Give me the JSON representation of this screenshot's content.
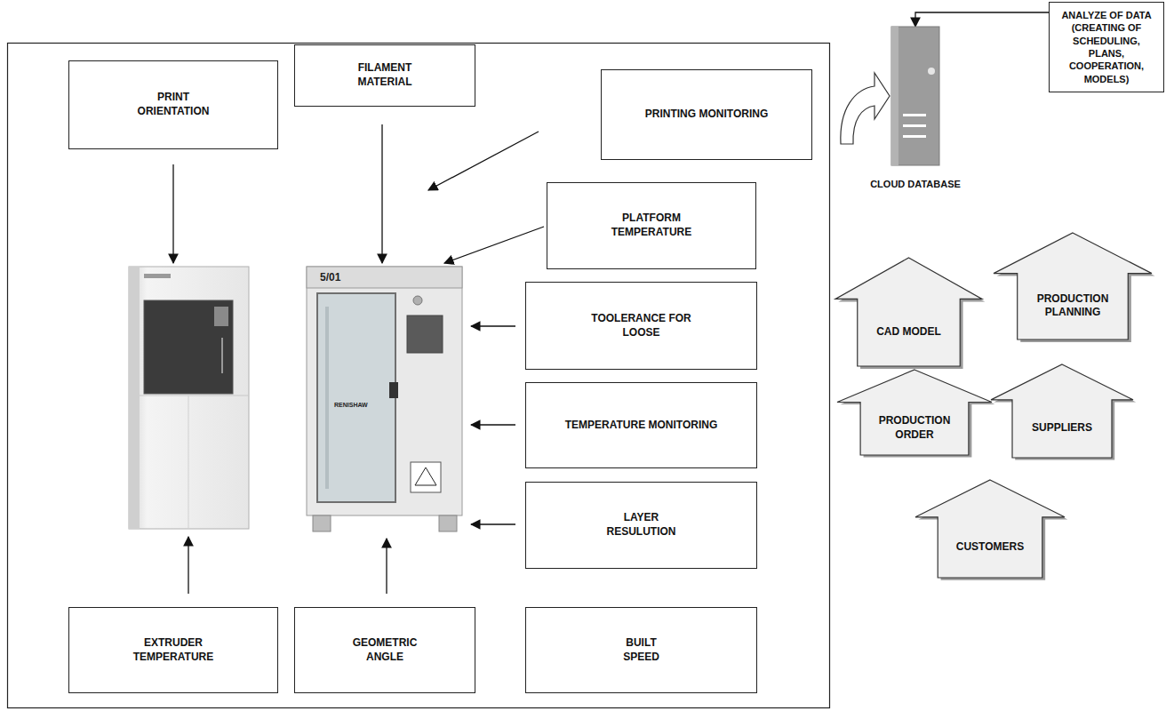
{
  "diagram": {
    "nodes": [
      {
        "text": [
          "PRINT ORIENTATION"
        ]
      },
      {
        "text": [
          "FILAMENT MATERIAL"
        ]
      },
      {
        "text": [
          "PRINTING MONITORING"
        ]
      },
      {
        "text": [
          "PLATFORM TEMPERATURE"
        ]
      },
      {
        "text": [
          "TOOLERANCE FOR LOOSE"
        ]
      },
      {
        "text": [
          "TEMPERATURE MONITORING"
        ]
      },
      {
        "text": [
          "LAYER RESULUTION"
        ]
      },
      {
        "text": [
          "EXTRUDER TEMPERATURE"
        ]
      },
      {
        "text": [
          "GEOMETRIC ANGLE"
        ]
      },
      {
        "text": [
          "BUILT SPEED"
        ]
      },
      {
        "text": [
          "ANALYZE OF DATA (CREATING OF SCHEDULING, PLANS, COOPERATION, MODELS)"
        ]
      },
      {
        "text": [
          "CLOUD DATABASE"
        ]
      },
      {
        "text": [
          "CAD MODEL"
        ]
      },
      {
        "text": [
          "PRODUCTION PLANNING"
        ]
      },
      {
        "text": [
          "PRODUCTION ORDER"
        ]
      },
      {
        "text": [
          "SUPPLIERS"
        ]
      },
      {
        "text": [
          "CUSTOMERS"
        ]
      }
    ],
    "edges": [
      {
        "from": 10,
        "to": 11,
        "arrow": "to"
      }
    ],
    "labels": [
      "5/01",
      "RENISHAW"
    ]
  }
}
